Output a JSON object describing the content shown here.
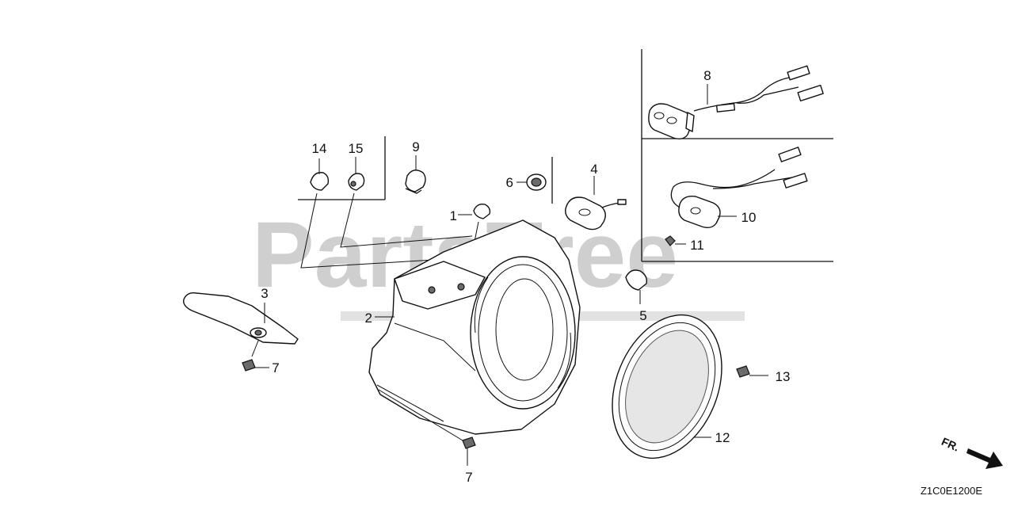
{
  "diagram": {
    "watermark": "PartsTree",
    "diagram_code": "Z1C0E1200E",
    "direction_label": "FR.",
    "callouts": [
      "1",
      "2",
      "3",
      "4",
      "5",
      "6",
      "7",
      "7",
      "8",
      "9",
      "10",
      "11",
      "12",
      "13",
      "14",
      "15"
    ]
  }
}
